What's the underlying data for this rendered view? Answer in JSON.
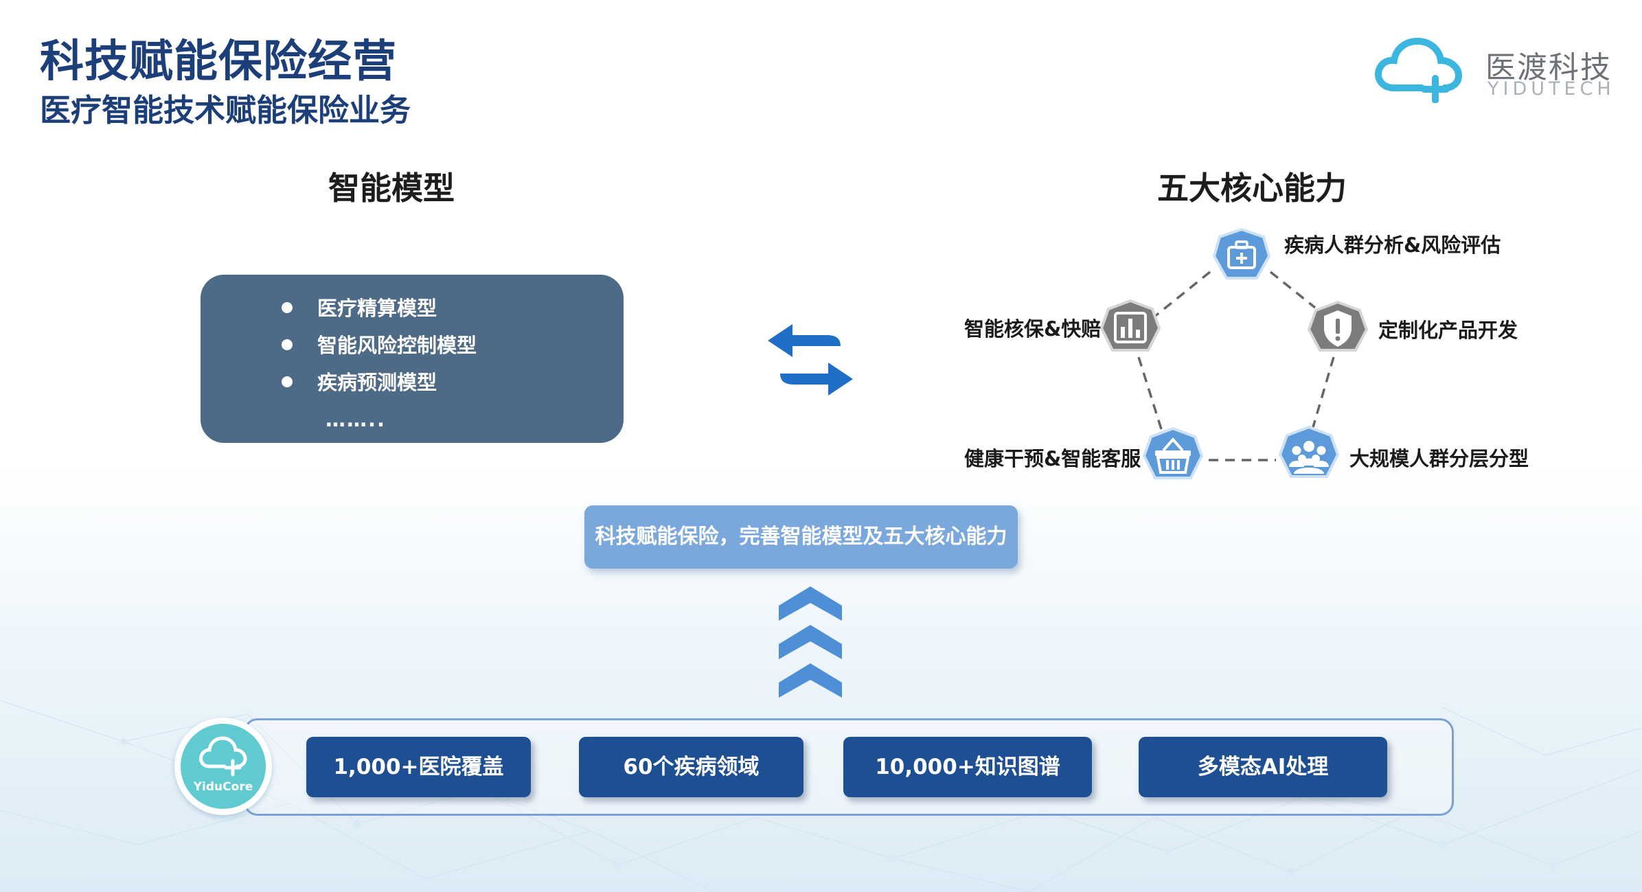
{
  "header": {
    "title": "科技赋能保险经营",
    "subtitle": "医疗智能技术赋能保险业务"
  },
  "logo": {
    "name_cn": "医渡科技",
    "name_en": "YIDUTECH",
    "icon": "cloud-plus-icon",
    "color": "#3bb6df"
  },
  "left_section": {
    "title": "智能模型",
    "items": [
      "医疗精算模型",
      "智能风险控制模型",
      "疾病预测模型"
    ],
    "ellipsis": "……..",
    "box_color": "#4d6a87"
  },
  "exchange_icon": "exchange-arrows-icon",
  "right_section": {
    "title": "五大核心能力",
    "capabilities": [
      {
        "label": "疾病人群分析&风险评估",
        "icon": "medical-kit-icon",
        "color": "#5d9ad9"
      },
      {
        "label": "定制化产品开发",
        "icon": "shield-alert-icon",
        "color": "#7c7c7c"
      },
      {
        "label": "大规模人群分层分型",
        "icon": "people-group-icon",
        "color": "#5d9ad9"
      },
      {
        "label": "健康干预&智能客服",
        "icon": "shopping-basket-icon",
        "color": "#5d9ad9"
      },
      {
        "label": "智能核保&快赔",
        "icon": "bar-chart-icon",
        "color": "#7c7c7c"
      }
    ]
  },
  "banner": {
    "text": "科技赋能保险，完善智能模型及五大核心能力",
    "color": "#7aa8dd"
  },
  "up_arrows_icon": "triple-chevron-up-icon",
  "core": {
    "logo_text": "YiduCore",
    "logo_color": "#5fcbd1",
    "items": [
      "1,000+医院覆盖",
      "60个疾病领域",
      "10,000+知识图谱",
      "多模态AI处理"
    ],
    "pill_color": "#1e4f92"
  }
}
